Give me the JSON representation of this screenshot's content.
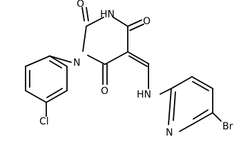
{
  "molecule": {
    "atoms": {
      "o_top": "O",
      "nh_ring": "HN",
      "o_right": "O",
      "n_ring": "N",
      "o_mid": "O",
      "nh_link": "HN",
      "n_pyridine": "N",
      "br": "Br",
      "cl": "Cl"
    }
  }
}
